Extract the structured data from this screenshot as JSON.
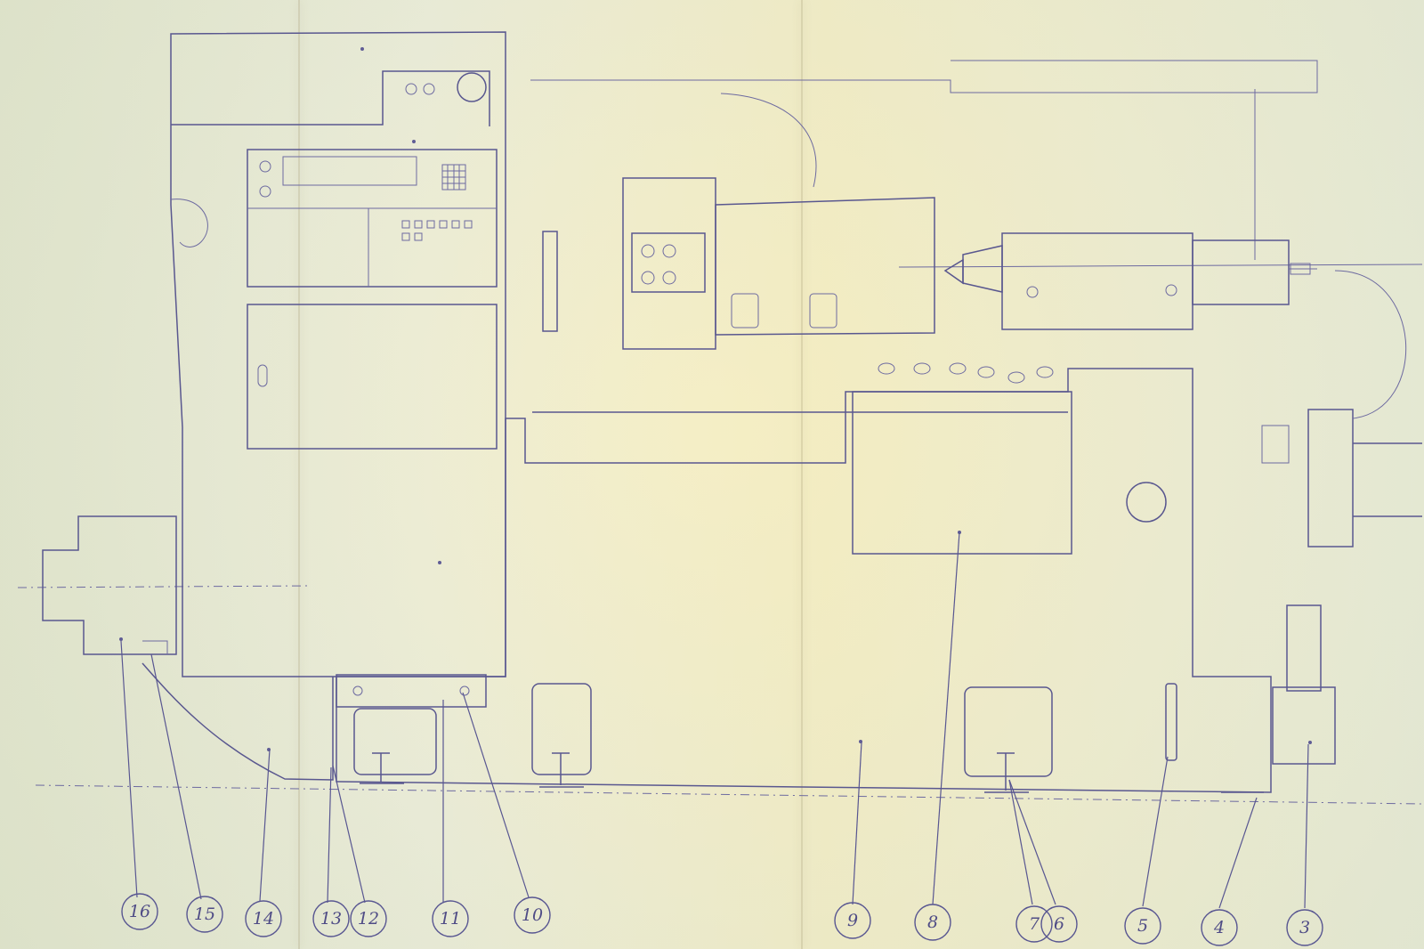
{
  "callouts": [
    {
      "label": "16"
    },
    {
      "label": "15"
    },
    {
      "label": "14"
    },
    {
      "label": "13"
    },
    {
      "label": "12"
    },
    {
      "label": "11"
    },
    {
      "label": "10"
    },
    {
      "label": "9"
    },
    {
      "label": "8"
    },
    {
      "label": "7"
    },
    {
      "label": "6"
    },
    {
      "label": "5"
    },
    {
      "label": "4"
    },
    {
      "label": "3"
    }
  ],
  "colors": {
    "paper": "#e9ebd7",
    "ink": "#59578f"
  }
}
